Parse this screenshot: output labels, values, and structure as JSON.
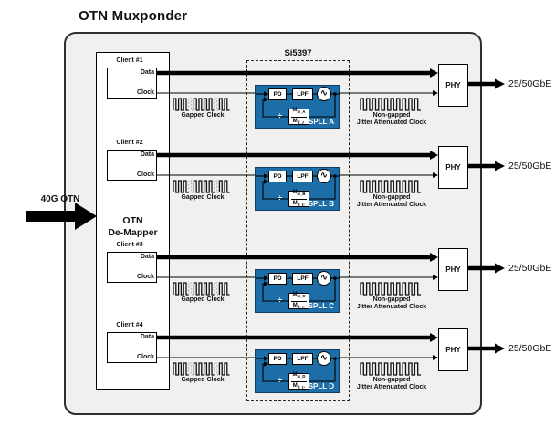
{
  "title": "OTN Muxponder",
  "input": {
    "label": "40G OTN"
  },
  "demapper": {
    "line1": "OTN",
    "line2": "De-Mapper"
  },
  "chip": {
    "label": "Si5397"
  },
  "shared": {
    "data_label": "Data",
    "clock_label": "Clock",
    "pd": "PD",
    "lpf": "LPF",
    "osc": "∿",
    "divide": "÷",
    "m": "M",
    "gapped": "Gapped Clock",
    "non1": "Non-gapped",
    "non2": "Jitter Attenuated Clock",
    "phy": "PHY",
    "output": "25/50GbE"
  },
  "rows": [
    {
      "client": "Client #1",
      "dspll": "DSPLL A",
      "num_sub": "N_A",
      "den_sub": "d_A"
    },
    {
      "client": "Client #2",
      "dspll": "DSPLL B",
      "num_sub": "N_B",
      "den_sub": "d_B"
    },
    {
      "client": "Client #3",
      "dspll": "DSPLL C",
      "num_sub": "N_C",
      "den_sub": "d_C"
    },
    {
      "client": "Client #4",
      "dspll": "DSPLL D",
      "num_sub": "N_D",
      "den_sub": "d_D"
    }
  ],
  "colors": {
    "dspll_blue": "#1d6da6",
    "dspll_border": "#0d3f63",
    "panel_gray": "#f0f0ee"
  }
}
